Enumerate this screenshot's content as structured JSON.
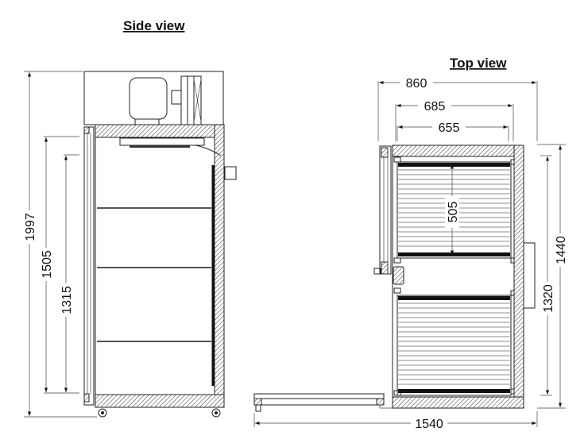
{
  "titles": {
    "side_view": "Side view",
    "top_view": "Top view"
  },
  "side_dimensions": {
    "total_height": "1997",
    "door_height": "1505",
    "inner_height": "1315"
  },
  "top_dimensions": {
    "total_width": "860",
    "inner_width_outer": "685",
    "inner_width": "655",
    "shelf_depth": "505",
    "total_depth": "1440",
    "inner_depth": "1320",
    "depth_door_open": "1540"
  },
  "colors": {
    "line": "#222222",
    "background": "#ffffff"
  }
}
